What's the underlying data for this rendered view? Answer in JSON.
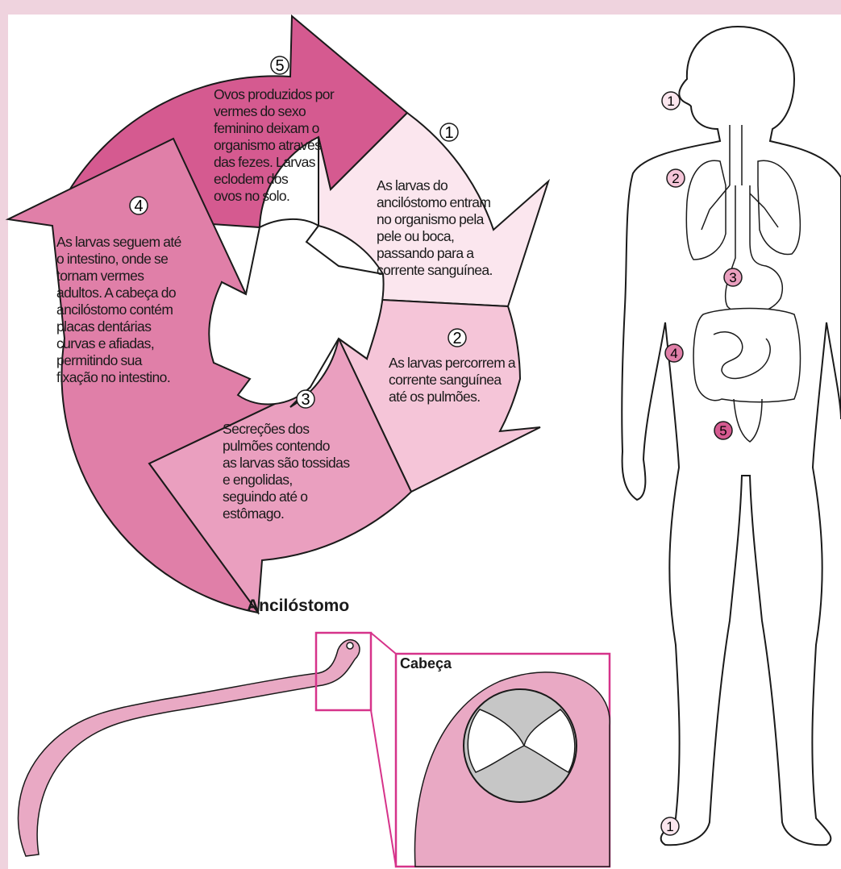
{
  "steps": [
    {
      "number": "1",
      "text": "As larvas do\nancilóstomo entram\nno organismo pela\npele ou boca,\npassando para a\ncorrente sanguínea."
    },
    {
      "number": "2",
      "text": "As larvas percorrem a\ncorrente sanguínea\naté os pulmões."
    },
    {
      "number": "3",
      "text": "Secreções dos\npulmões contendo\nas larvas são tossidas\ne engolidas,\nseguindo até o\nestômago."
    },
    {
      "number": "4",
      "text": "As larvas seguem até\no intestino, onde se\ntornam vermes\nadultos. A cabeça do\nancilóstomo contém\nplacas dentárias\ncurvas e afiadas,\npermitindo sua\nfixação no intestino."
    },
    {
      "number": "5",
      "text": "Ovos produzidos por\nvermes do sexo\nfeminino deixam o\norganismo através\ndas fezes. Larvas\neclodem dos\novos no solo."
    }
  ],
  "body_markers": [
    "1",
    "2",
    "3",
    "4",
    "5",
    "1"
  ],
  "worm_label": "Ancilóstomo",
  "head_label": "Cabeça",
  "colors": {
    "background": "#efd3de",
    "arrow1": "#fbe6ee",
    "arrow2": "#f5c5d8",
    "arrow3": "#ea9fbf",
    "arrow4": "#e07fa8",
    "arrow5": "#d55a90",
    "worm": "#e9a9c4",
    "frame": "#d6338a"
  }
}
